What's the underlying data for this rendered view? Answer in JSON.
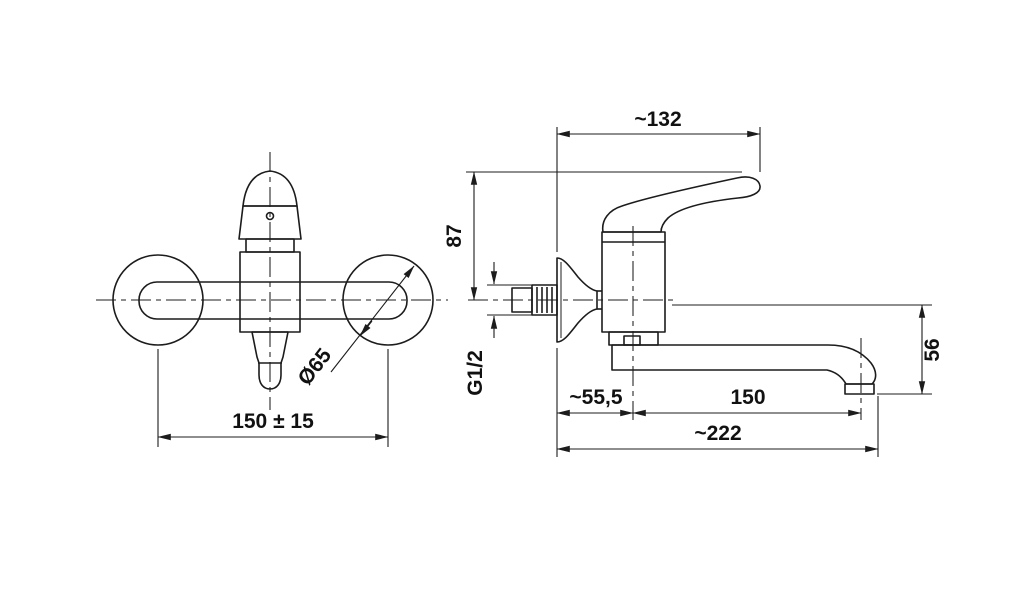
{
  "page": {
    "background": "#ffffff",
    "line_color": "#1c1c1c",
    "text_color": "#111111"
  },
  "drawing": {
    "front_view": {
      "dims": {
        "mounting_distance": "150 ± 15",
        "escutcheon_diameter": "Ø65"
      }
    },
    "side_view": {
      "dims": {
        "handle_width": "~132",
        "height_above_axis": "87",
        "inlet_thread": "G1/2",
        "wall_to_axis": "~55,5",
        "axis_to_outlet": "150",
        "total_reach": "~222",
        "outlet_drop": "56"
      }
    }
  }
}
